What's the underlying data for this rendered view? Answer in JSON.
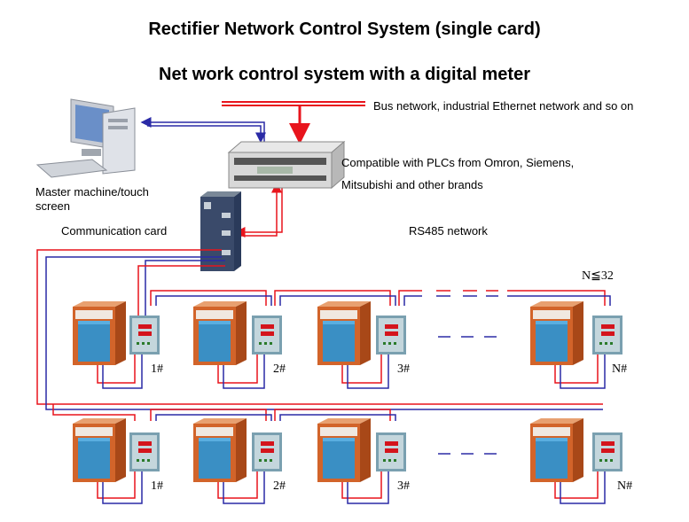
{
  "title": "Rectifier Network Control System (single card)",
  "subtitle": "Net work control system with a digital meter",
  "labels": {
    "bus": "Bus network, industrial Ethernet network and so on",
    "plc_line1": "Compatible  with  PLCs  from  Omron,  Siemens,",
    "plc_line2": "Mitsubishi and other brands",
    "master_line1": "Master    machine/touch",
    "master_line2": "screen",
    "comm_card": "Communication card",
    "rs485": "RS485 network",
    "n_limit": "N≦32"
  },
  "rows": [
    {
      "units": [
        "1#",
        "2#",
        "3#",
        "N#"
      ]
    },
    {
      "units": [
        "1#",
        "2#",
        "3#",
        "N#"
      ]
    }
  ],
  "colors": {
    "red_line": "#e8141c",
    "blue_line": "#2a2aa6",
    "cabinet_orange": "#d2642a",
    "cabinet_blue": "#3a8fc4"
  }
}
